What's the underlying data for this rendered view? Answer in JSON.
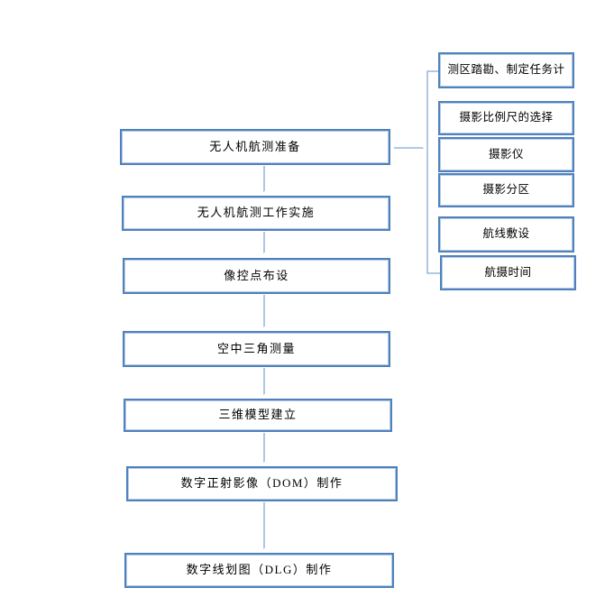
{
  "flowchart": {
    "main_flow": [
      {
        "label": "无人机航测准备"
      },
      {
        "label": "无人机航测工作实施"
      },
      {
        "label": "像控点布设"
      },
      {
        "label": "空中三角测量"
      },
      {
        "label": "三维模型建立"
      },
      {
        "label": "数字正射影像（DOM）制作"
      },
      {
        "label": "数字线划图（DLG）制作"
      }
    ],
    "branch_items": [
      {
        "label": "测区踏勘、制定任务计"
      },
      {
        "label": "摄影比例尺的选择"
      },
      {
        "label": "摄影仪"
      },
      {
        "label": "摄影分区"
      },
      {
        "label": "航线敷设"
      },
      {
        "label": "航摄时间"
      }
    ],
    "colors": {
      "box_border": "#4f81bd",
      "box_border_inner": "#b7cbe3",
      "connector": "#85a9d4",
      "text": "#000000",
      "background": "#ffffff"
    }
  }
}
